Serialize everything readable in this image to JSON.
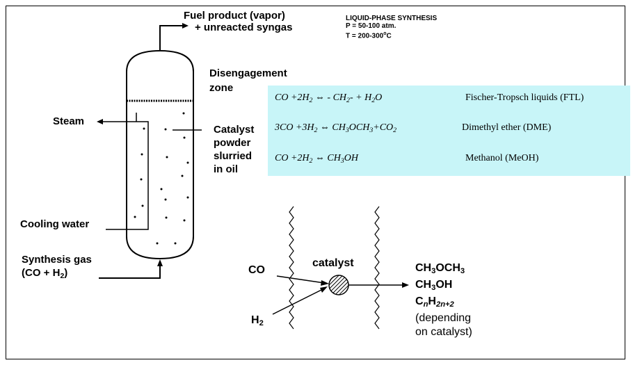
{
  "reactor": {
    "fuel_product_line1": "Fuel product (vapor)",
    "fuel_product_line2": "+ unreacted syngas",
    "disengagement_line1": "Disengagement",
    "disengagement_line2": "zone",
    "steam": "Steam",
    "catalyst_line1": "Catalyst",
    "catalyst_line2": "powder",
    "catalyst_line3": "slurried",
    "catalyst_line4": "in oil",
    "cooling_water": "Cooling water",
    "synthesis_line1": "Synthesis gas",
    "synthesis_line2_a": "(CO + H",
    "synthesis_line2_sub": "2",
    "synthesis_line2_b": ")"
  },
  "conditions": {
    "title": "LIQUID-PHASE SYNTHESIS",
    "pressure": "P = 50-100 atm.",
    "temperature_a": "T = 200-300",
    "temperature_sup": "o",
    "temperature_b": "C"
  },
  "equations": [
    {
      "lhs": "CO +2H",
      "lhs_sub": "2",
      "arrow": "⇔",
      "rhs_a": "- CH",
      "rhs_sub1": "2",
      "rhs_b": "- + H",
      "rhs_sub2": "2",
      "rhs_c": "O",
      "name": "Fischer-Tropsch liquids (FTL)"
    },
    {
      "lhs": "3CO +3H",
      "lhs_sub": "2",
      "arrow": "⇔",
      "rhs_a": "CH",
      "rhs_sub1": "3",
      "rhs_b": "OCH",
      "rhs_sub2": "3",
      "rhs_c": "+CO",
      "rhs_sub3": "2",
      "name": "Dimethyl ether (DME)"
    },
    {
      "lhs": "CO +2H",
      "lhs_sub": "2",
      "arrow": "⇔",
      "rhs_a": "CH",
      "rhs_sub1": "3",
      "rhs_b": "OH",
      "name": "Methanol (MeOH)"
    }
  ],
  "mechanism": {
    "co": "CO",
    "h2_a": "H",
    "h2_sub": "2",
    "catalyst": "catalyst",
    "prod1_a": "CH",
    "prod1_s1": "3",
    "prod1_b": "OCH",
    "prod1_s2": "3",
    "prod2_a": "CH",
    "prod2_s1": "3",
    "prod2_b": "OH",
    "prod3_a": "C",
    "prod3_s1": "n",
    "prod3_b": "H",
    "prod3_s2": "2n+2",
    "note_line1": "(depending",
    "note_line2": "on catalyst)"
  }
}
